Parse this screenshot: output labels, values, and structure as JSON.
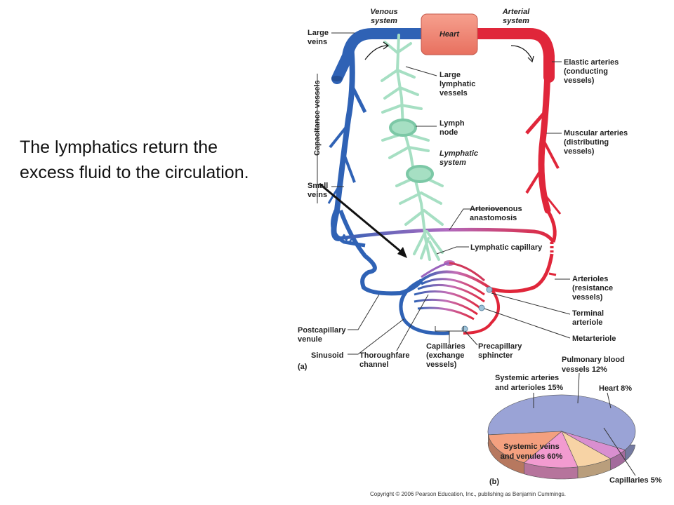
{
  "caption": {
    "line1": "The lymphatics return the",
    "line2": "excess fluid to the circulation."
  },
  "panel_a": {
    "panel_label": "(a)",
    "heart": "Heart",
    "venous_system": [
      "Venous",
      "system"
    ],
    "arterial_system": [
      "Arterial",
      "system"
    ],
    "capacitance_vessels": "Capacitance vessels",
    "large_veins": [
      "Large",
      "veins"
    ],
    "small_veins": [
      "Small",
      "veins"
    ],
    "large_lymphatic_vessels": [
      "Large",
      "lymphatic",
      "vessels"
    ],
    "lymph_node": [
      "Lymph",
      "node"
    ],
    "lymphatic_system": [
      "Lymphatic",
      "system"
    ],
    "elastic_arteries": [
      "Elastic arteries",
      "(conducting",
      "vessels)"
    ],
    "muscular_arteries": [
      "Muscular arteries",
      "(distributing",
      "vessels)"
    ],
    "arteriovenous_anastomosis": [
      "Arteriovenous",
      "anastomosis"
    ],
    "lymphatic_capillary": "Lymphatic capillary",
    "arterioles": [
      "Arterioles",
      "(resistance",
      "vessels)"
    ],
    "terminal_arteriole": [
      "Terminal",
      "arteriole"
    ],
    "metarteriole": "Metarteriole",
    "postcapillary_venule": [
      "Postcapillary",
      "venule"
    ],
    "sinusoid": "Sinusoid",
    "thoroughfare_channel": [
      "Thoroughfare",
      "channel"
    ],
    "capillaries": [
      "Capillaries",
      "(exchange",
      "vessels)"
    ],
    "precapillary_sphincter": [
      "Precapillary",
      "sphincter"
    ]
  },
  "panel_b": {
    "panel_label": "(b)",
    "labels": {
      "systemic_veins": [
        "Systemic veins",
        "and venules 60%"
      ],
      "systemic_arteries": [
        "Systemic arteries",
        "and arterioles 15%"
      ],
      "pulmonary": [
        "Pulmonary blood",
        "vessels 12%"
      ],
      "heart": "Heart 8%",
      "capillaries": "Capillaries 5%"
    }
  },
  "chart_data": {
    "type": "pie",
    "categories": [
      "Systemic veins and venules",
      "Systemic arteries and arterioles",
      "Pulmonary blood vessels",
      "Heart",
      "Capillaries"
    ],
    "values": [
      60,
      15,
      12,
      8,
      5
    ],
    "colors": [
      "#9aa3d6",
      "#f4a07f",
      "#f29bd0",
      "#f7d3a5",
      "#d98fd0"
    ]
  },
  "copyright": "Copyright © 2006 Pearson Education, Inc., publishing as Benjamin Cummings."
}
